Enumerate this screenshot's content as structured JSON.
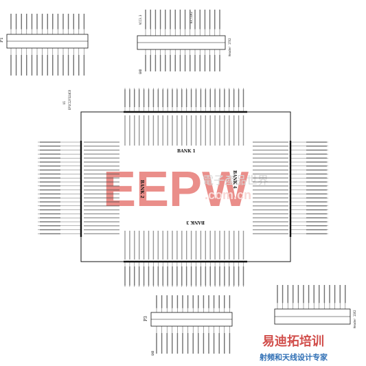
{
  "chip": {
    "designator": "U1",
    "part": "EP1C12F324C8",
    "bank_labels": [
      "BANK 1",
      "BANK 2",
      "BANK 3",
      "BANK 4"
    ]
  },
  "headers": {
    "top_left": {
      "ref": "P1"
    },
    "top_center": {
      "ref": "Header 17X2"
    },
    "bottom_center": {
      "ref": "P3"
    },
    "bottom_right": {
      "ref": "Header 13X2"
    }
  },
  "power_labels": {
    "vcc33": "VCC3.3",
    "gnd": "GND",
    "clk2": "B3_CLK2"
  },
  "watermarks": {
    "logo": "EEPW",
    "logo_cn": "電子產品世界",
    "url": ".com.cn",
    "bottom_brand": "易迪拓培训",
    "bottom_tagline": "射频和天线设计专家"
  },
  "colors": {
    "line": "#111111",
    "watermark_red": "#d9322b",
    "watermark_pink": "#f3b8b3",
    "watermark_grey": "#b8b8b8",
    "brand_blue": "#2f6fb5",
    "brand_red": "#c9302c"
  }
}
